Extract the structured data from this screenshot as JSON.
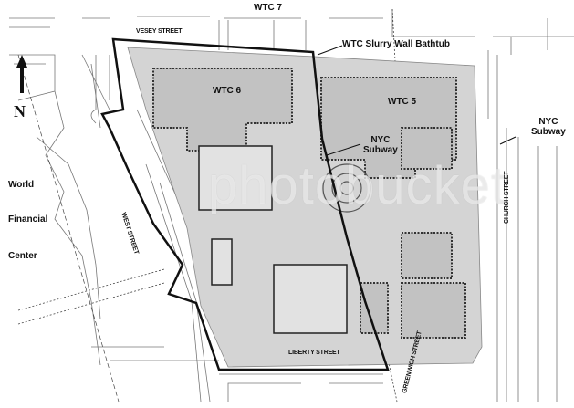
{
  "labels": {
    "wtc7": "WTC 7",
    "vesey_street": "VESEY STREET",
    "slurry_wall": "WTC Slurry Wall Bathtub",
    "wtc6": "WTC 6",
    "wtc5": "WTC 5",
    "nyc_subway_center": [
      "NYC",
      "Subway"
    ],
    "nyc_subway_right": [
      "NYC",
      "Subway"
    ],
    "north": "N",
    "world_financial_center": [
      "World",
      "Financial",
      "Center"
    ],
    "west_street": "WEST STREET",
    "liberty_street": "LIBERTY STREET",
    "church_street": "CHURCH STREET",
    "greenwich_street": "GREENWICH STREET"
  },
  "watermark": "photobucket",
  "colors": {
    "site_fill": "#d4d4d4",
    "boundary": "#111111",
    "lines": "#555555"
  }
}
